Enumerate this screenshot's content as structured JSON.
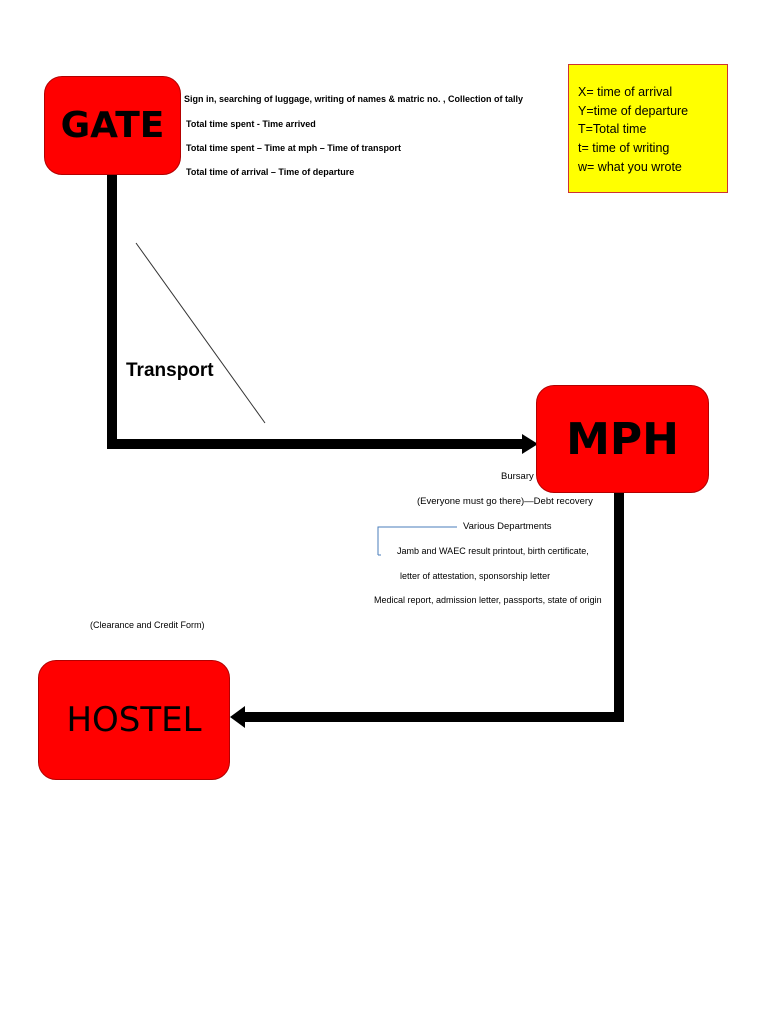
{
  "nodes": {
    "gate": "GATE",
    "mph": "MPH",
    "hostel": "HOSTEL"
  },
  "gate_notes": [
    "Sign in, searching of luggage, writing of names & matric no. , Collection of tally",
    "Total time spent - Time arrived",
    "Total time spent – Time at mph – Time of transport",
    "Total time of arrival – Time of departure"
  ],
  "legend": [
    "X= time of arrival",
    "Y=time of departure",
    "T=Total time",
    "t= time of writing",
    "w= what you wrote"
  ],
  "edge_labels": {
    "transport": "Transport"
  },
  "mph_notes": {
    "bursary": "Bursary",
    "debt": "(Everyone must go there)—Debt recovery",
    "departments": "Various Departments",
    "docs1": "Jamb and WAEC result printout, birth certificate,",
    "docs2": "letter of attestation, sponsorship letter",
    "docs3": "Medical report, admission letter, passports, state of origin"
  },
  "clearance": "(Clearance and Credit Form)",
  "colors": {
    "node_fill": "#ff0000",
    "legend_fill": "#ffff00",
    "connector": "#000000",
    "bracket": "#4a7ebb"
  }
}
